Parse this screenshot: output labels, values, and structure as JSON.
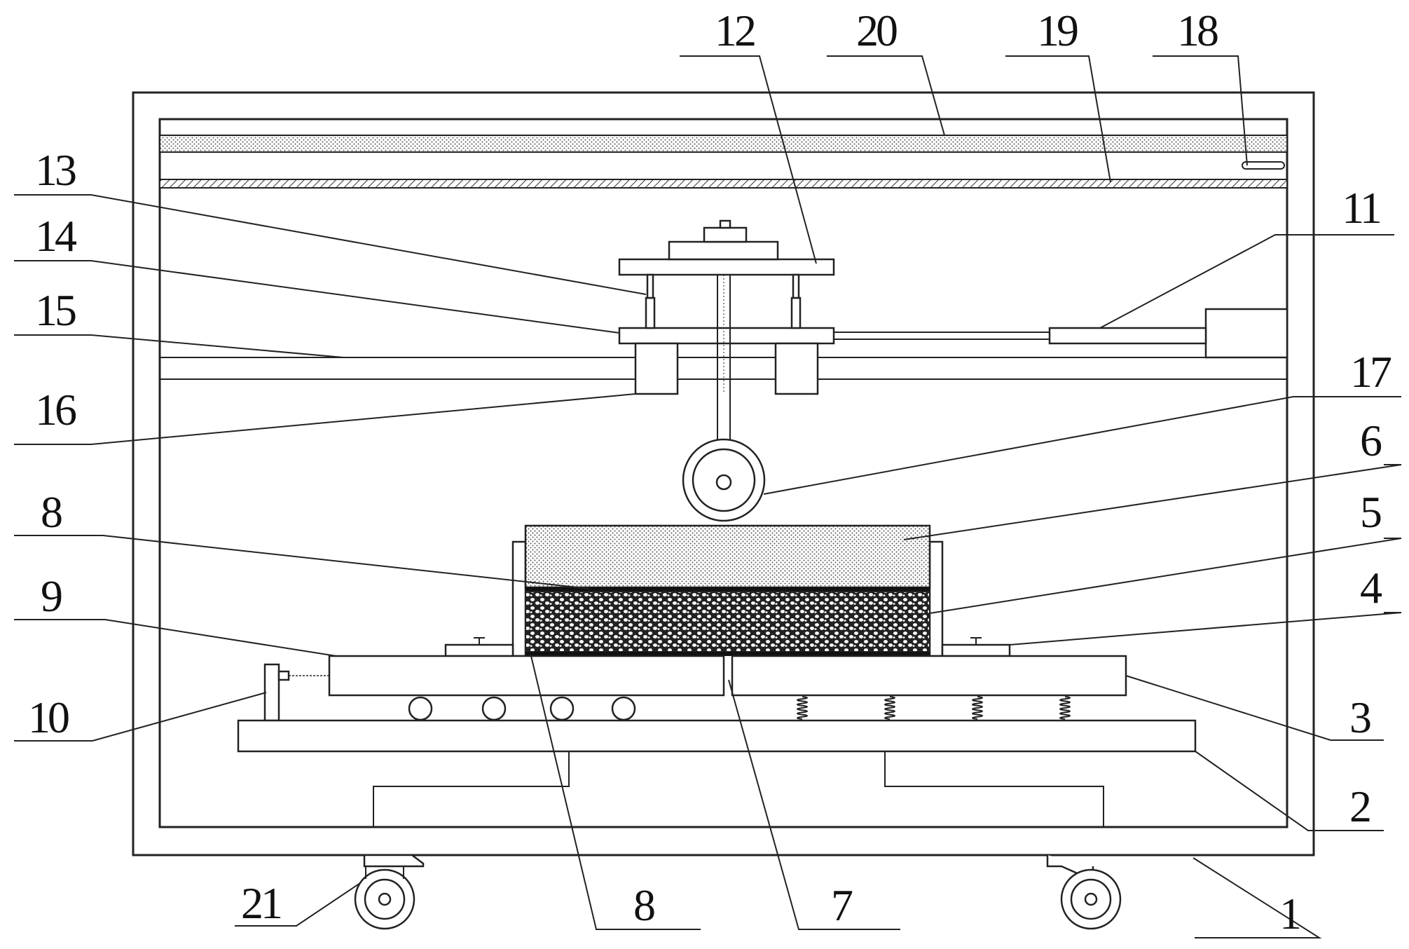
{
  "labels": {
    "l1": "1",
    "l2": "2",
    "l3": "3",
    "l4": "4",
    "l5": "5",
    "l6": "6",
    "l7": "7",
    "l8a": "8",
    "l8b": "8",
    "l9": "9",
    "l10": "10",
    "l11": "11",
    "l12": "12",
    "l13": "13",
    "l14": "14",
    "l15": "15",
    "l16": "16",
    "l17": "17",
    "l18": "18",
    "l19": "19",
    "l20": "20",
    "l21": "21"
  },
  "colors": {
    "line": "#222222",
    "paper": "#ffffff",
    "speckle": "#444444"
  }
}
